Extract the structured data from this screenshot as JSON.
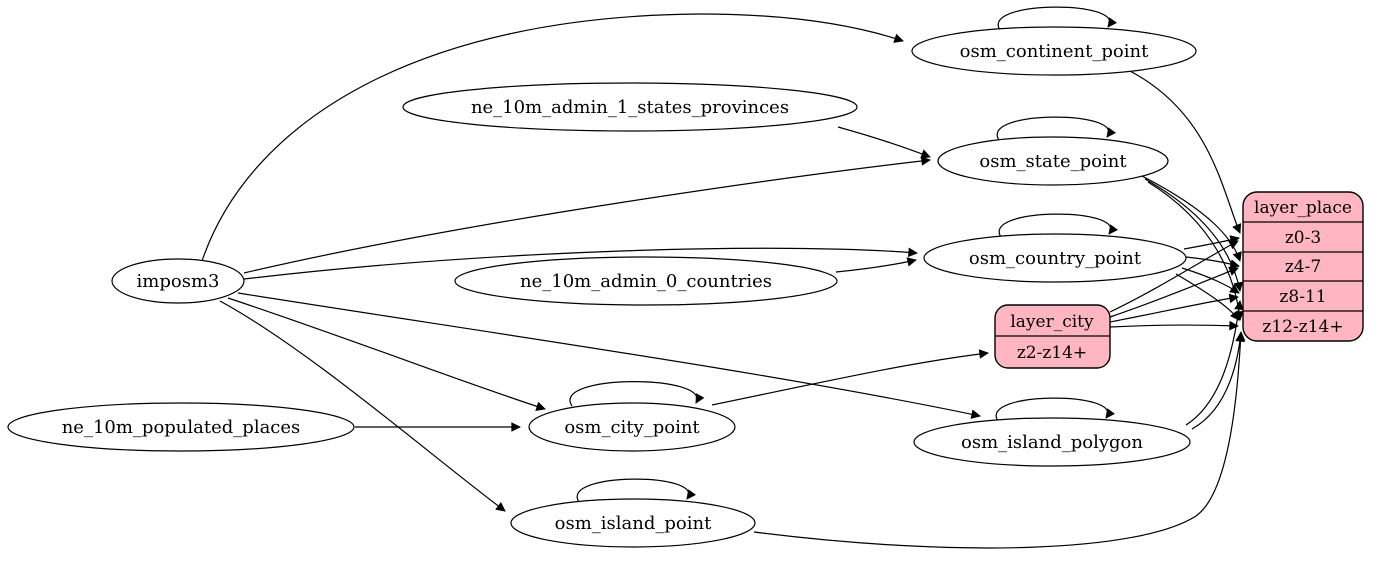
{
  "diagram": {
    "kind": "etl-dependency-graph",
    "colors": {
      "background": "#ffffff",
      "node_fill": "#ffffff",
      "node_stroke": "#000000",
      "record_fill": "#ffb6c1",
      "edge_color": "#000000"
    },
    "nodes": {
      "imposm3": "imposm3",
      "ne_admin1": "ne_10m_admin_1_states_provinces",
      "ne_admin0": "ne_10m_admin_0_countries",
      "ne_places": "ne_10m_populated_places",
      "continent": "osm_continent_point",
      "state": "osm_state_point",
      "country": "osm_country_point",
      "city": "osm_city_point",
      "island_polygon": "osm_island_polygon",
      "island_point": "osm_island_point"
    },
    "records": {
      "layer_place": {
        "title": "layer_place",
        "rows": [
          "z0-3",
          "z4-7",
          "z8-11",
          "z12-z14+"
        ]
      },
      "layer_city": {
        "title": "layer_city",
        "rows": [
          "z2-z14+"
        ]
      }
    },
    "edges": [
      {
        "from": "imposm3",
        "to": "osm_continent_point"
      },
      {
        "from": "imposm3",
        "to": "osm_state_point"
      },
      {
        "from": "imposm3",
        "to": "osm_country_point"
      },
      {
        "from": "imposm3",
        "to": "osm_city_point"
      },
      {
        "from": "imposm3",
        "to": "osm_island_polygon"
      },
      {
        "from": "imposm3",
        "to": "osm_island_point"
      },
      {
        "from": "ne_10m_admin_1_states_provinces",
        "to": "osm_state_point"
      },
      {
        "from": "ne_10m_admin_0_countries",
        "to": "osm_country_point"
      },
      {
        "from": "ne_10m_populated_places",
        "to": "osm_city_point"
      },
      {
        "from": "osm_continent_point",
        "to": "osm_continent_point"
      },
      {
        "from": "osm_state_point",
        "to": "osm_state_point"
      },
      {
        "from": "osm_country_point",
        "to": "osm_country_point"
      },
      {
        "from": "osm_city_point",
        "to": "osm_city_point"
      },
      {
        "from": "osm_island_polygon",
        "to": "osm_island_polygon"
      },
      {
        "from": "osm_island_point",
        "to": "osm_island_point"
      },
      {
        "from": "osm_continent_point",
        "to": "layer_place:z0-3"
      },
      {
        "from": "osm_state_point",
        "to": "layer_place:z4-7"
      },
      {
        "from": "osm_state_point",
        "to": "layer_place:z8-11"
      },
      {
        "from": "osm_state_point",
        "to": "layer_place:z12-z14+"
      },
      {
        "from": "osm_country_point",
        "to": "layer_place:z0-3"
      },
      {
        "from": "osm_country_point",
        "to": "layer_place:z4-7"
      },
      {
        "from": "osm_country_point",
        "to": "layer_place:z8-11"
      },
      {
        "from": "osm_country_point",
        "to": "layer_place:z12-z14+"
      },
      {
        "from": "osm_city_point",
        "to": "layer_city:z2-z14+"
      },
      {
        "from": "layer_city",
        "to": "layer_place:z0-3"
      },
      {
        "from": "layer_city",
        "to": "layer_place:z4-7"
      },
      {
        "from": "layer_city",
        "to": "layer_place:z8-11"
      },
      {
        "from": "layer_city",
        "to": "layer_place:z12-z14+"
      },
      {
        "from": "osm_island_polygon",
        "to": "layer_place:z8-11"
      },
      {
        "from": "osm_island_polygon",
        "to": "layer_place:z12-z14+"
      },
      {
        "from": "osm_island_point",
        "to": "layer_place:z12-z14+"
      }
    ]
  }
}
